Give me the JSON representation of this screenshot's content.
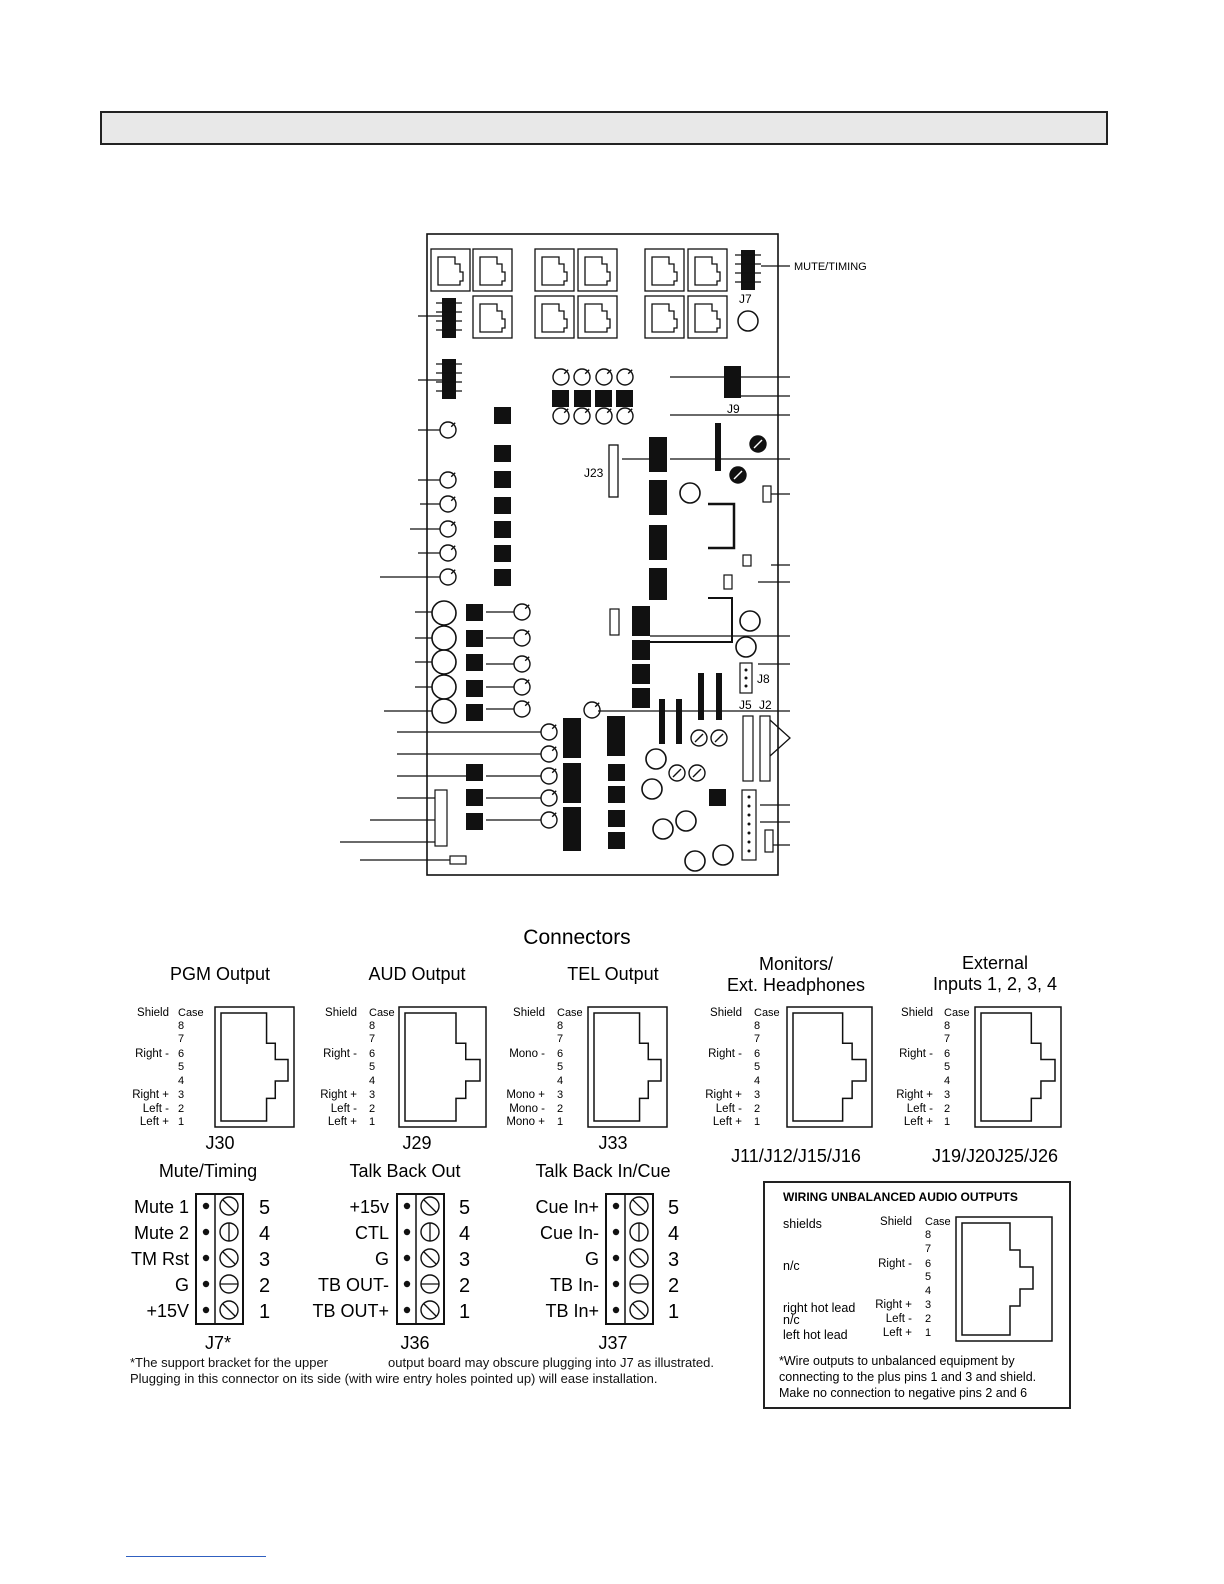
{
  "board": {
    "labels": {
      "mute_timing": "MUTE/TIMING",
      "j7": "J7",
      "j9": "J9",
      "j23": "J23",
      "j8": "J8",
      "j5": "J5",
      "j2": "J2"
    }
  },
  "connectors": {
    "title": "Connectors",
    "rj45": [
      {
        "title": [
          "PGM Output"
        ],
        "jack": "J30",
        "pins": [
          "Case",
          "8",
          "7",
          "6",
          "5",
          "4",
          "3",
          "2",
          "1"
        ],
        "left": [
          "Shield",
          "",
          "",
          "Right -",
          "",
          "",
          "Right +",
          "Left -",
          "Left +"
        ]
      },
      {
        "title": [
          "AUD Output"
        ],
        "jack": "J29",
        "pins": [
          "Case",
          "8",
          "7",
          "6",
          "5",
          "4",
          "3",
          "2",
          "1"
        ],
        "left": [
          "Shield",
          "",
          "",
          "Right -",
          "",
          "",
          "Right +",
          "Left -",
          "Left +"
        ]
      },
      {
        "title": [
          "TEL Output"
        ],
        "jack": "J33",
        "pins": [
          "Case",
          "8",
          "7",
          "6",
          "5",
          "4",
          "3",
          "2",
          "1"
        ],
        "left": [
          "Shield",
          "",
          "",
          "Mono -",
          "",
          "",
          "Mono +",
          "Mono -",
          "Mono +"
        ]
      },
      {
        "title": [
          "Monitors/",
          "Ext. Headphones"
        ],
        "jack": "J11/J12/J15/J16",
        "pins": [
          "Case",
          "8",
          "7",
          "6",
          "5",
          "4",
          "3",
          "2",
          "1"
        ],
        "left": [
          "Shield",
          "",
          "",
          "Right -",
          "",
          "",
          "Right +",
          "Left -",
          "Left +"
        ]
      },
      {
        "title": [
          "External",
          "Inputs 1, 2, 3, 4"
        ],
        "jack": "J19/J20J25/J26",
        "pins": [
          "Case",
          "8",
          "7",
          "6",
          "5",
          "4",
          "3",
          "2",
          "1"
        ],
        "left": [
          "Shield",
          "",
          "",
          "Right -",
          "",
          "",
          "Right +",
          "Left -",
          "Left +"
        ]
      }
    ],
    "terminals": [
      {
        "title": "Mute/Timing",
        "jack": "J7*",
        "labels": [
          "Mute 1",
          "Mute 2",
          "TM Rst",
          "G",
          "+15V"
        ],
        "nums": [
          "5",
          "4",
          "3",
          "2",
          "1"
        ]
      },
      {
        "title": "Talk Back Out",
        "jack": "J36",
        "labels": [
          "+15v",
          "CTL",
          "G",
          "TB OUT-",
          "TB OUT+"
        ],
        "nums": [
          "5",
          "4",
          "3",
          "2",
          "1"
        ]
      },
      {
        "title": "Talk Back In/Cue",
        "jack": "J37",
        "labels": [
          "Cue In+",
          "Cue In-",
          "G",
          "TB In-",
          "TB In+"
        ],
        "nums": [
          "5",
          "4",
          "3",
          "2",
          "1"
        ]
      }
    ]
  },
  "footnote": {
    "line1a": "*The support bracket for the upper",
    "line1b": "output board may obscure plugging into J7 as illustrated.",
    "line2": "Plugging in this connector on its side (with wire entry holes pointed up) will ease installation."
  },
  "wiring": {
    "title": "WIRING UNBALANCED AUDIO OUTPUTS",
    "left_labels": [
      "shields",
      "n/c",
      "right hot lead",
      "n/c",
      "left hot lead"
    ],
    "pins": [
      "Case",
      "8",
      "7",
      "6",
      "5",
      "4",
      "3",
      "2",
      "1"
    ],
    "pin_labels": [
      "Shield",
      "",
      "",
      "Right -",
      "",
      "",
      "Right +",
      "Left -",
      "Left +"
    ],
    "note": [
      "*Wire outputs to unbalanced equipment by",
      "connecting to the plus pins 1 and 3 and shield.",
      "Make no connection to negative pins 2 and 6"
    ]
  }
}
